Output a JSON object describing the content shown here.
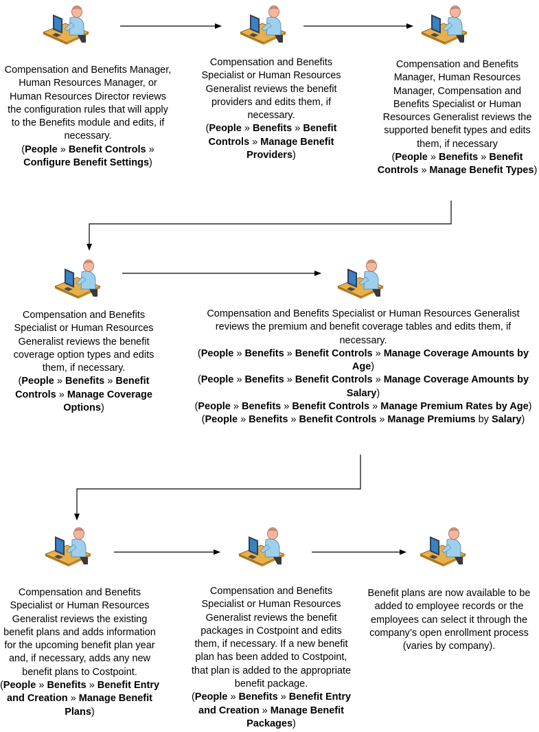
{
  "steps": [
    {
      "description": "Compensation and Benefits Manager, Human Resources Manager, or Human Resources Director reviews the configuration rules that will apply to the Benefits module and edits, if necessary.",
      "paths": [
        [
          {
            "t": "(",
            "b": false
          },
          {
            "t": "People",
            "b": true
          },
          {
            "t": " » ",
            "b": false
          },
          {
            "t": "Benefit Controls",
            "b": true
          },
          {
            "t": " » ",
            "b": false
          },
          {
            "t": "Configure Benefit Settings",
            "b": true
          },
          {
            "t": ")",
            "b": false
          }
        ]
      ]
    },
    {
      "description": "Compensation and Benefits Specialist or Human Resources Generalist reviews the benefit providers and edits them, if necessary.",
      "paths": [
        [
          {
            "t": "(",
            "b": false
          },
          {
            "t": "People",
            "b": true
          },
          {
            "t": " » ",
            "b": false
          },
          {
            "t": "Benefits",
            "b": true
          },
          {
            "t": " » ",
            "b": false
          },
          {
            "t": "Benefit Controls",
            "b": true
          },
          {
            "t": " » ",
            "b": false
          },
          {
            "t": "Manage Benefit Providers",
            "b": true
          },
          {
            "t": ")",
            "b": false
          }
        ]
      ]
    },
    {
      "description": "Compensation and Benefits Manager, Human Resources Manager, Compensation and Benefits Specialist or Human Resources Generalist reviews the supported benefit types and edits them, if necessary",
      "paths": [
        [
          {
            "t": "(",
            "b": false
          },
          {
            "t": "People",
            "b": true
          },
          {
            "t": " » ",
            "b": false
          },
          {
            "t": "Benefits",
            "b": true
          },
          {
            "t": " » ",
            "b": false
          },
          {
            "t": "Benefit Controls",
            "b": true
          },
          {
            "t": " » ",
            "b": false
          },
          {
            "t": "Manage Benefit Types",
            "b": true
          },
          {
            "t": ")",
            "b": false
          }
        ]
      ]
    },
    {
      "description": "Compensation and Benefits Specialist or Human Resources Generalist reviews the benefit coverage option types and edits them, if necessary.",
      "paths": [
        [
          {
            "t": "(",
            "b": false
          },
          {
            "t": "People",
            "b": true
          },
          {
            "t": " » ",
            "b": false
          },
          {
            "t": "Benefits",
            "b": true
          },
          {
            "t": " » ",
            "b": false
          },
          {
            "t": "Benefit Controls",
            "b": true
          },
          {
            "t": " » ",
            "b": false
          },
          {
            "t": "Manage Coverage Options",
            "b": true
          },
          {
            "t": ")",
            "b": false
          }
        ]
      ]
    },
    {
      "description": "Compensation and Benefits Specialist or Human Resources Generalist reviews the premium and benefit coverage tables and edits them, if necessary.",
      "paths": [
        [
          {
            "t": "(",
            "b": false
          },
          {
            "t": "People",
            "b": true
          },
          {
            "t": " » ",
            "b": false
          },
          {
            "t": "Benefits",
            "b": true
          },
          {
            "t": " » ",
            "b": false
          },
          {
            "t": "Benefit Controls",
            "b": true
          },
          {
            "t": " » ",
            "b": false
          },
          {
            "t": "Manage Coverage Amounts by Age",
            "b": true
          },
          {
            "t": ")",
            "b": false
          }
        ],
        [
          {
            "t": "(",
            "b": false
          },
          {
            "t": "People",
            "b": true
          },
          {
            "t": " » ",
            "b": false
          },
          {
            "t": "Benefits",
            "b": true
          },
          {
            "t": " » ",
            "b": false
          },
          {
            "t": "Benefit Controls",
            "b": true
          },
          {
            "t": " » ",
            "b": false
          },
          {
            "t": "Manage Coverage Amounts by Salary",
            "b": true
          },
          {
            "t": ")",
            "b": false
          }
        ],
        [
          {
            "t": "(",
            "b": false
          },
          {
            "t": "People",
            "b": true
          },
          {
            "t": " » ",
            "b": false
          },
          {
            "t": "Benefits",
            "b": true
          },
          {
            "t": " » ",
            "b": false
          },
          {
            "t": "Benefit Controls",
            "b": true
          },
          {
            "t": " » ",
            "b": false
          },
          {
            "t": "Manage Premium Rates by Age",
            "b": true
          },
          {
            "t": ")",
            "b": false
          }
        ],
        [
          {
            "t": "(",
            "b": false
          },
          {
            "t": "People",
            "b": true
          },
          {
            "t": " » ",
            "b": false
          },
          {
            "t": "Benefits",
            "b": true
          },
          {
            "t": " » ",
            "b": false
          },
          {
            "t": "Benefit Controls",
            "b": true
          },
          {
            "t": " » ",
            "b": false
          },
          {
            "t": "Manage Premiums",
            "b": true
          },
          {
            "t": " by ",
            "b": false
          },
          {
            "t": "Salary",
            "b": true
          },
          {
            "t": ")",
            "b": false
          }
        ]
      ]
    },
    {
      "description": "Compensation and Benefits Specialist or Human Resources Generalist reviews the existing benefit plans and adds information for the upcoming benefit plan year and, if necessary, adds any new benefit plans to Costpoint.",
      "paths": [
        [
          {
            "t": "(",
            "b": false
          },
          {
            "t": "People",
            "b": true
          },
          {
            "t": " » ",
            "b": false
          },
          {
            "t": "Benefits",
            "b": true
          },
          {
            "t": " » ",
            "b": false
          },
          {
            "t": "Benefit Entry and Creation",
            "b": true
          },
          {
            "t": " » ",
            "b": false
          },
          {
            "t": "Manage Benefit Plans",
            "b": true
          },
          {
            "t": ")",
            "b": false
          }
        ]
      ]
    },
    {
      "description": "Compensation and Benefits Specialist or Human Resources Generalist reviews the benefit packages in Costpoint and edits them, if necessary.  If a new benefit plan has been added to Costpoint, that plan is added to the appropriate benefit package.",
      "paths": [
        [
          {
            "t": "(",
            "b": false
          },
          {
            "t": "People",
            "b": true
          },
          {
            "t": " » ",
            "b": false
          },
          {
            "t": "Benefits",
            "b": true
          },
          {
            "t": " » ",
            "b": false
          },
          {
            "t": "Benefit Entry and Creation",
            "b": true
          },
          {
            "t": " » ",
            "b": false
          },
          {
            "t": "Manage Benefit Packages",
            "b": true
          },
          {
            "t": ")",
            "b": false
          }
        ]
      ]
    },
    {
      "description": "Benefit plans are now available to be added to employee records or the employees can select it through the company’s open enrollment process (varies by company).",
      "paths": []
    }
  ],
  "icon": "user-at-computer-icon",
  "colors": {
    "line": "#000000",
    "desk": "#e8b04a",
    "monitor": "#3b82c4",
    "person": "#f4b6a0",
    "shirt": "#9ed0ee"
  }
}
